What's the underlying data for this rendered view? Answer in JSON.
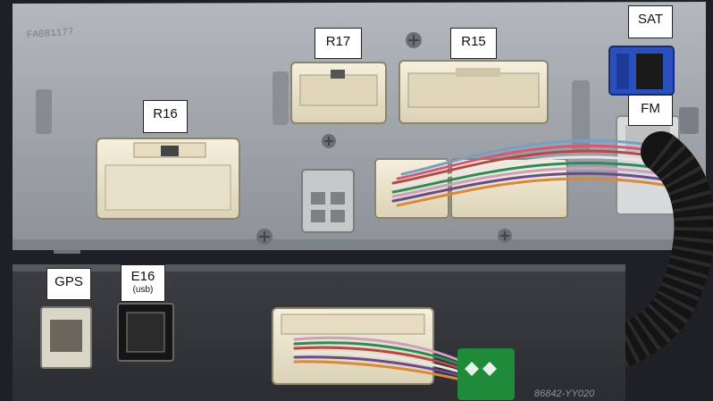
{
  "labels": {
    "r17": "R17",
    "r15": "R15",
    "sat": "SAT",
    "fm": "FM",
    "r16": "R16",
    "gps": "GPS",
    "e16": "E16",
    "e16_sub": "(usb)"
  },
  "engravings": {
    "serial": "FA081177",
    "harness_tag": "86842-YY020"
  },
  "colors": {
    "chassis": "#9fa4aa",
    "connector": "#f1ead4",
    "blue_socket": "#2a4fbf",
    "green_tag": "#1f8a3a",
    "sheath": "#141414"
  }
}
